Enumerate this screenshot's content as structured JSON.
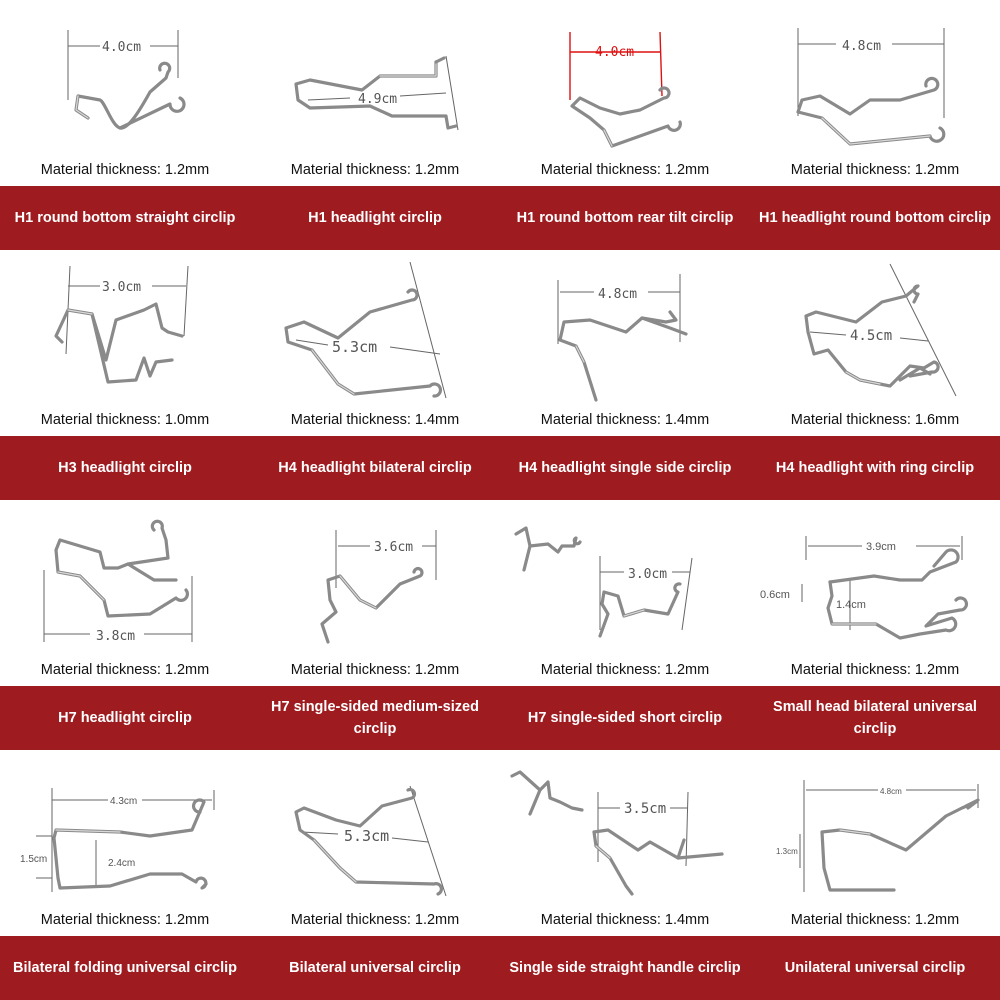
{
  "accent_color": "#9e1c20",
  "rows": [
    {
      "items": [
        {
          "dimension": "4.0cm",
          "thickness": "Material thickness: 1.2mm",
          "name": "H1 round bottom straight circlip"
        },
        {
          "dimension": "4.9cm",
          "thickness": "Material thickness: 1.2mm",
          "name": "H1 headlight circlip"
        },
        {
          "dimension": "4.0cm",
          "thickness": "Material thickness: 1.2mm",
          "name": "H1 round bottom rear tilt circlip"
        },
        {
          "dimension": "4.8cm",
          "thickness": "Material thickness: 1.2mm",
          "name": "H1 headlight round bottom circlip"
        }
      ]
    },
    {
      "items": [
        {
          "dimension": "3.0cm",
          "thickness": "Material thickness: 1.0mm",
          "name": "H3 headlight circlip"
        },
        {
          "dimension": "5.3cm",
          "thickness": "Material thickness: 1.4mm",
          "name": "H4 headlight bilateral circlip"
        },
        {
          "dimension": "4.8cm",
          "thickness": "Material thickness: 1.4mm",
          "name": "H4 headlight single side circlip"
        },
        {
          "dimension": "4.5cm",
          "thickness": "Material thickness: 1.6mm",
          "name": "H4 headlight with ring circlip"
        }
      ]
    },
    {
      "items": [
        {
          "dimension": "3.8cm",
          "thickness": "Material thickness: 1.2mm",
          "name": "H7 headlight circlip"
        },
        {
          "dimension": "3.6cm",
          "thickness": "Material thickness: 1.2mm",
          "name": "H7 single-sided medium-sized circlip"
        },
        {
          "dimension": "3.0cm",
          "thickness": "Material thickness: 1.2mm",
          "name": "H7 single-sided short circlip"
        },
        {
          "dimension": "3.9cm",
          "dimension_2": "0.6cm",
          "dimension_3": "1.4cm",
          "thickness": "Material thickness: 1.2mm",
          "name": "Small head bilateral universal circlip"
        }
      ]
    },
    {
      "items": [
        {
          "dimension": "4.3cm",
          "dimension_2": "1.5cm",
          "dimension_3": "2.4cm",
          "thickness": "Material thickness: 1.2mm",
          "name": "Bilateral folding universal circlip"
        },
        {
          "dimension": "5.3cm",
          "thickness": "Material thickness: 1.2mm",
          "name": "Bilateral universal circlip"
        },
        {
          "dimension": "3.5cm",
          "thickness": "Material thickness: 1.4mm",
          "name": "Single side straight handle circlip"
        },
        {
          "dimension": "4.8cm",
          "dimension_2": "1.3cm",
          "thickness": "Material thickness: 1.2mm",
          "name": "Unilateral universal circlip"
        }
      ]
    }
  ]
}
